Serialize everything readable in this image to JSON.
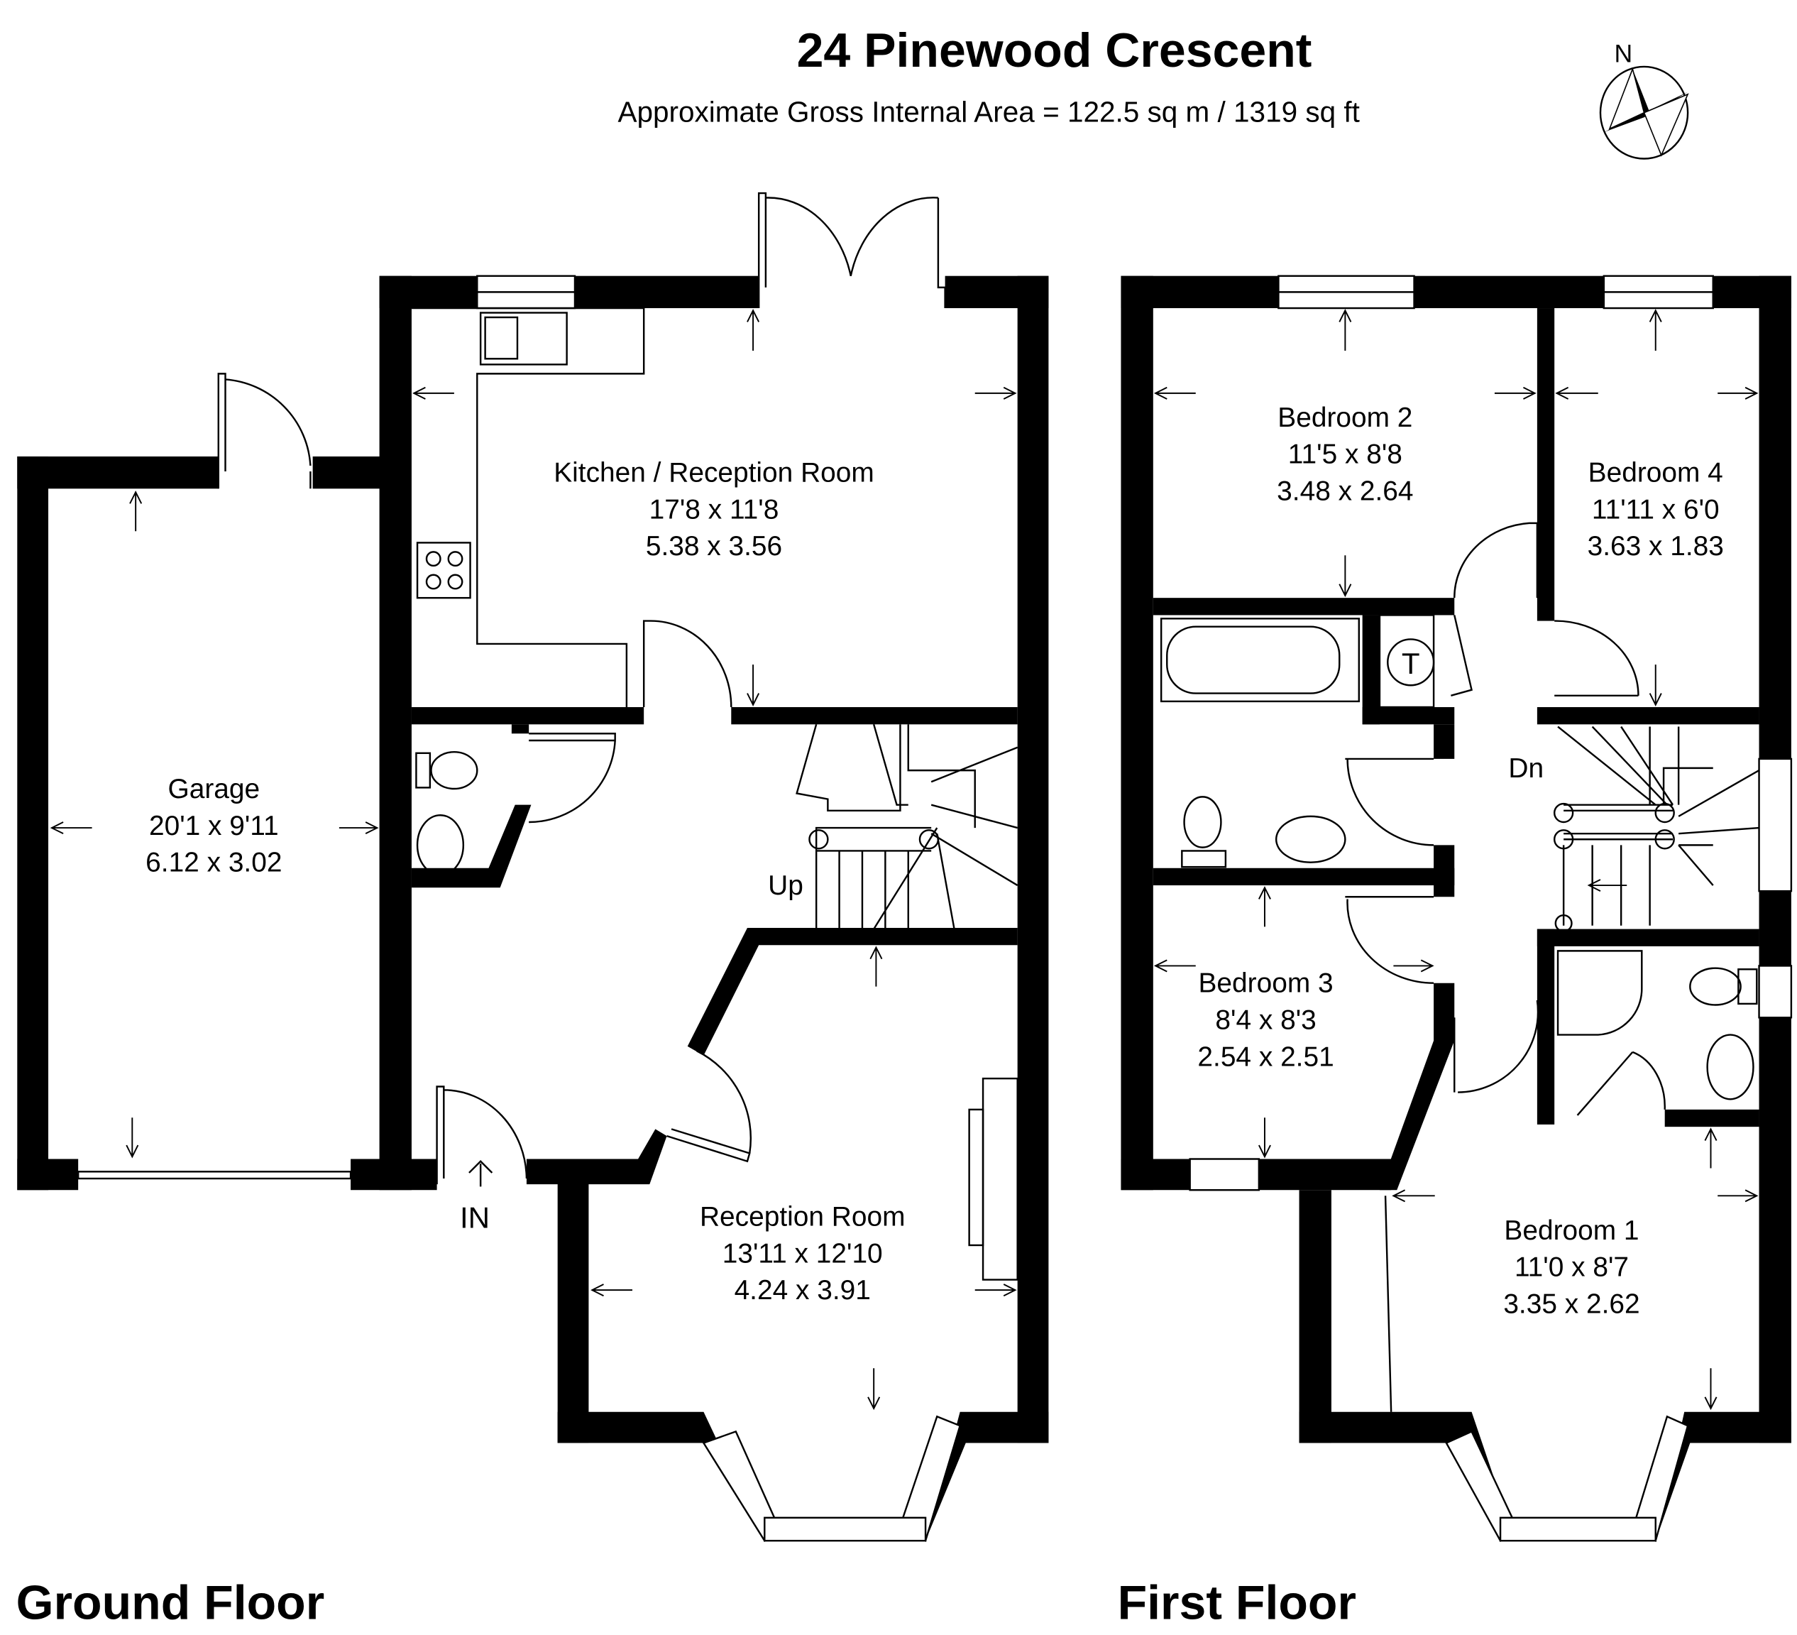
{
  "header": {
    "title": "24 Pinewood Crescent",
    "subtitle": "Approximate Gross Internal Area = 122.5 sq m / 1319 sq ft",
    "compass_label": "N"
  },
  "ground_floor": {
    "label": "Ground Floor",
    "entrance_label": "IN",
    "stairs_label": "Up",
    "rooms": [
      {
        "name": "Kitchen / Reception Room",
        "imperial": "17'8 x 11'8",
        "metric": "5.38 x 3.56"
      },
      {
        "name": "Garage",
        "imperial": "20'1 x 9'11",
        "metric": "6.12 x 3.02"
      },
      {
        "name": "Reception Room",
        "imperial": "13'11 x 12'10",
        "metric": "4.24 x 3.91"
      }
    ]
  },
  "first_floor": {
    "label": "First Floor",
    "stairs_label": "Dn",
    "cupboard_label": "T",
    "rooms": [
      {
        "name": "Bedroom 2",
        "imperial": "11'5 x 8'8",
        "metric": "3.48 x 2.64"
      },
      {
        "name": "Bedroom 4",
        "imperial": "11'11 x 6'0",
        "metric": "3.63 x 1.83"
      },
      {
        "name": "Bedroom 3",
        "imperial": "8'4 x 8'3",
        "metric": "2.54 x 2.51"
      },
      {
        "name": "Bedroom 1",
        "imperial": "11'0 x 8'7",
        "metric": "3.35 x 2.62"
      }
    ]
  }
}
